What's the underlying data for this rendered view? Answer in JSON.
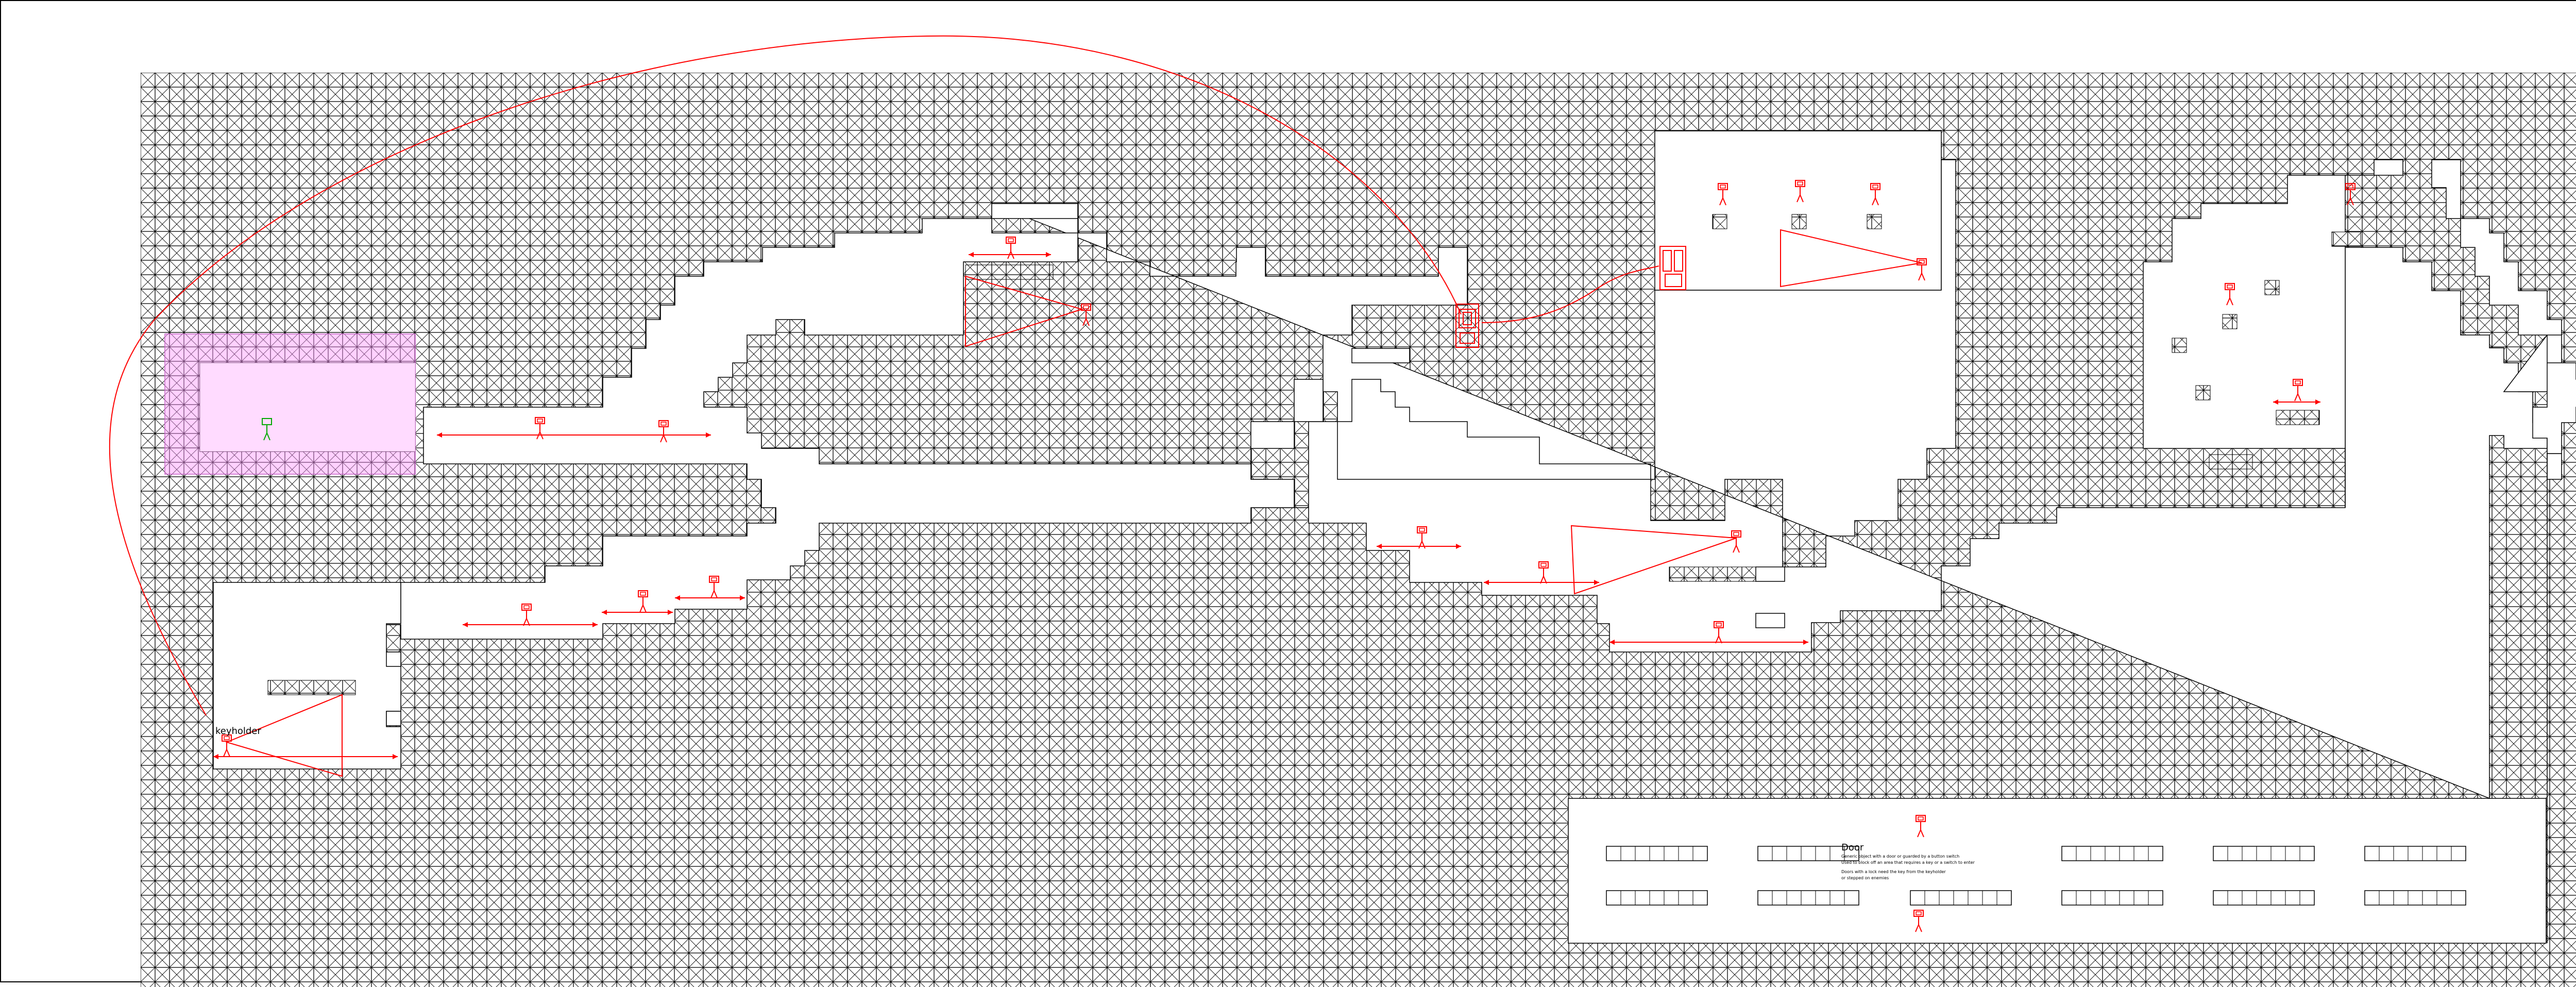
{
  "level": {
    "cols": 177,
    "rows": 63,
    "colors": {
      "wall_stroke": "#000000",
      "wall_fill": "#ffffff",
      "spawn_zone_fill": "#ff99ff",
      "spawn_zone_inner": "#ffe0ff",
      "enemy": "#ff0000",
      "player": "#00aa00",
      "path": "#ff0000"
    },
    "labels": {
      "keyholder": "keyholder",
      "door_title": "Door",
      "door_desc_1": "Generic object with a door or guarded by a button switch",
      "door_desc_2": "Used to block off an area that requires a key or a switch to enter",
      "door_desc_3": "Doors with a lock need the key from the keyholder",
      "door_desc_4": "or stepped on enemies"
    }
  }
}
